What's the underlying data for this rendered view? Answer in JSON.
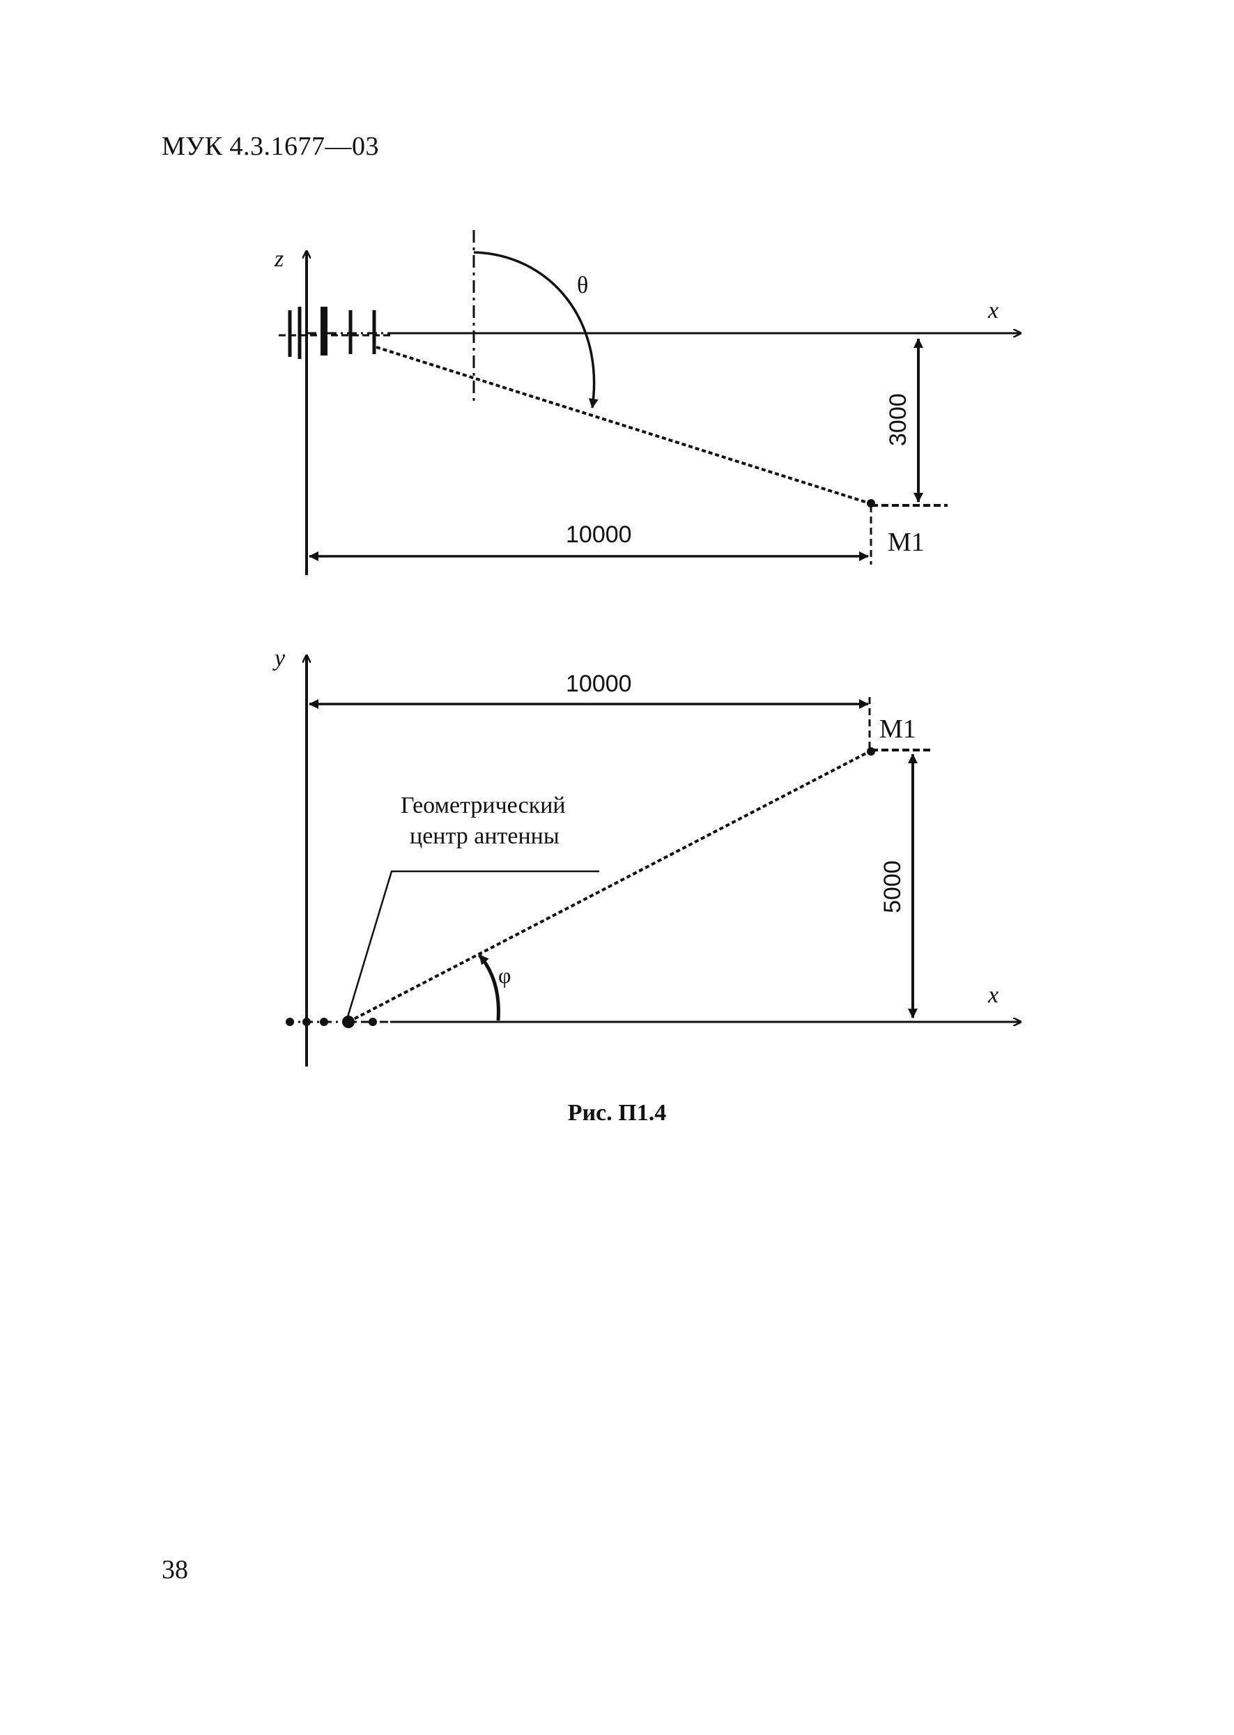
{
  "document": {
    "header": "МУК 4.3.1677—03",
    "caption": "Рис. П1.4",
    "page_number": "38"
  },
  "top_diagram": {
    "axis_vertical": "z",
    "axis_horizontal": "x",
    "angle_symbol": "θ",
    "height_dimension": "3000",
    "distance_dimension": "10000",
    "point_label": "M1"
  },
  "bottom_diagram": {
    "axis_vertical": "y",
    "axis_horizontal": "x",
    "angle_symbol": "φ",
    "height_dimension": "5000",
    "distance_dimension": "10000",
    "point_label": "M1",
    "antenna_label_line1": "Геометрический",
    "antenna_label_line2": "центр антенны"
  },
  "colors": {
    "ink": "#111111",
    "paper": "#ffffff"
  }
}
